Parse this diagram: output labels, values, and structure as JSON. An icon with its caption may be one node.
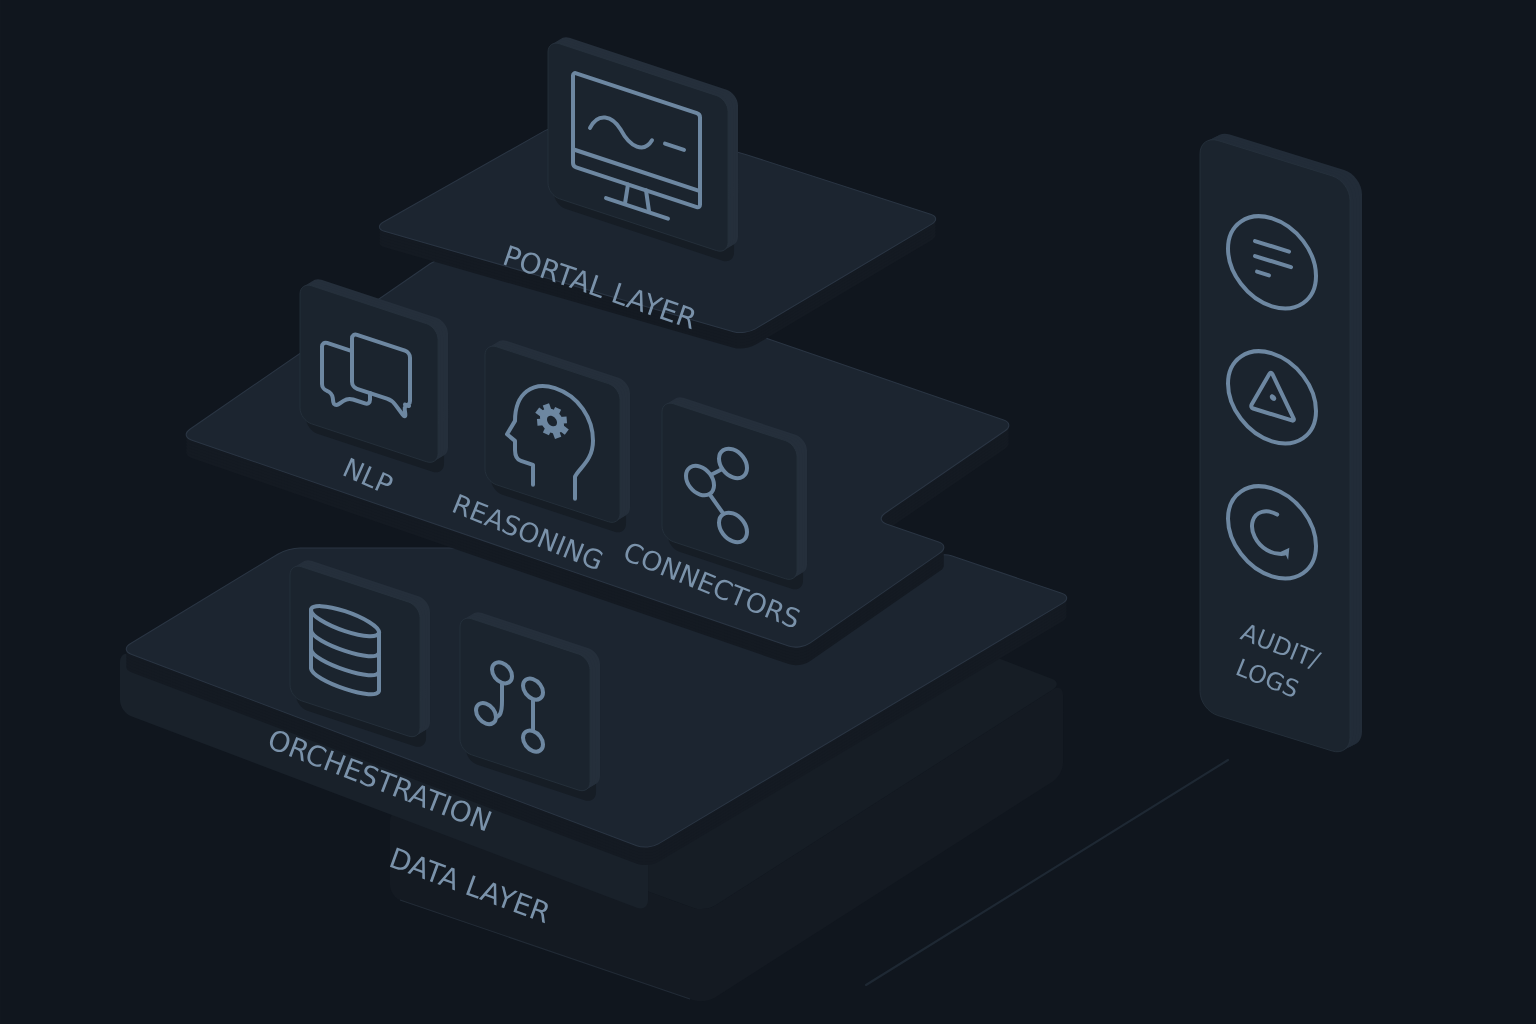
{
  "diagram": {
    "nodes": [
      {
        "text": [
          "PORTAL LAYER"
        ]
      },
      {
        "text": [],
        "shape": "box"
      },
      {
        "text": [],
        "shape": "box"
      },
      {
        "text": [
          "NLP"
        ],
        "in": 2
      },
      {
        "text": [
          "REASONING"
        ],
        "in": 2
      },
      {
        "text": [
          "CONNECTORS"
        ],
        "in": 2
      },
      {
        "text": [
          "ORCHESTRATION"
        ]
      },
      {
        "text": [],
        "shape": "box",
        "in": 6
      },
      {
        "text": [],
        "shape": "box",
        "in": 6
      },
      {
        "text": [
          "DATA LAYER"
        ]
      },
      {
        "text": [
          "AUDIT/ LOGS"
        ]
      }
    ]
  }
}
